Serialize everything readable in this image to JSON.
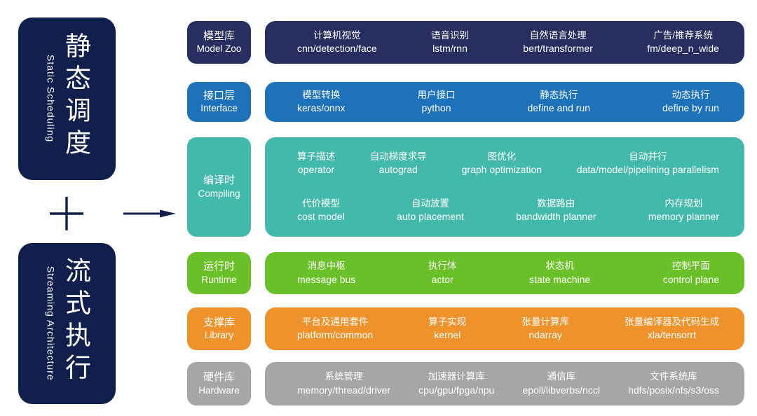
{
  "colors": {
    "background": "#ffffff",
    "navy_dark": "#111f4d",
    "text_on_fill": "#ffffff",
    "model_zoo": "#282e60",
    "interface": "#1d72b9",
    "compiling": "#43b9ac",
    "runtime": "#6ac028",
    "library": "#f0922b",
    "hardware": "#a6a6a6"
  },
  "left_panel": {
    "static_box": {
      "zh": "静态调度",
      "en": "Static Scheduling"
    },
    "plus_symbol": "+",
    "streaming_box": {
      "zh": "流式执行",
      "en": "Streaming Architecture"
    },
    "arrow_icon": "right-arrow"
  },
  "rows": [
    {
      "id": "model-zoo",
      "label": {
        "zh": "模型库",
        "en": "Model Zoo"
      },
      "color": "#282e60",
      "lines": [
        [
          {
            "zh": "计算机视觉",
            "en": "cnn/detection/face"
          },
          {
            "zh": "语音识别",
            "en": "lstm/rnn"
          },
          {
            "zh": "自然语言处理",
            "en": "bert/transformer"
          },
          {
            "zh": "广告/推荐系统",
            "en": "fm/deep_n_wide"
          }
        ]
      ]
    },
    {
      "id": "interface",
      "label": {
        "zh": "接口层",
        "en": "Interface"
      },
      "color": "#1d72b9",
      "lines": [
        [
          {
            "zh": "模型转换",
            "en": "keras/onnx"
          },
          {
            "zh": "用户接口",
            "en": "python"
          },
          {
            "zh": "静态执行",
            "en": "define and run"
          },
          {
            "zh": "动态执行",
            "en": "define by run"
          }
        ]
      ]
    },
    {
      "id": "compiling",
      "label": {
        "zh": "编译时",
        "en": "Compiling"
      },
      "color": "#43b9ac",
      "lines": [
        [
          {
            "zh": "算子描述",
            "en": "operator"
          },
          {
            "zh": "自动梯度求导",
            "en": "autograd"
          },
          {
            "zh": "图优化",
            "en": "graph optimization"
          },
          {
            "zh": "自动并行",
            "en": "data/model/pipelining parallelism"
          }
        ],
        [
          {
            "zh": "代价模型",
            "en": "cost model"
          },
          {
            "zh": "自动放置",
            "en": "auto placement"
          },
          {
            "zh": "数据路由",
            "en": "bandwidth planner"
          },
          {
            "zh": "内存规划",
            "en": "memory planner"
          }
        ]
      ]
    },
    {
      "id": "runtime",
      "label": {
        "zh": "运行时",
        "en": "Runtime"
      },
      "color": "#6ac028",
      "lines": [
        [
          {
            "zh": "消息中枢",
            "en": "message bus"
          },
          {
            "zh": "执行体",
            "en": "actor"
          },
          {
            "zh": "状态机",
            "en": "state machine"
          },
          {
            "zh": "控制平面",
            "en": "control plane"
          }
        ]
      ]
    },
    {
      "id": "library",
      "label": {
        "zh": "支撑库",
        "en": "Library"
      },
      "color": "#f0922b",
      "lines": [
        [
          {
            "zh": "平台及通用套件",
            "en": "platform/common"
          },
          {
            "zh": "算子实现",
            "en": "kernel"
          },
          {
            "zh": "张量计算库",
            "en": "ndarray"
          },
          {
            "zh": "张量编译器及代码生成",
            "en": "xla/tensorrt"
          }
        ]
      ]
    },
    {
      "id": "hardware",
      "label": {
        "zh": "硬件库",
        "en": "Hardware"
      },
      "color": "#a6a6a6",
      "lines": [
        [
          {
            "zh": "系统管理",
            "en": "memory/thread/driver"
          },
          {
            "zh": "加速器计算库",
            "en": "cpu/gpu/fpga/npu"
          },
          {
            "zh": "通信库",
            "en": "epoll/libverbs/nccl"
          },
          {
            "zh": "文件系统库",
            "en": "hdfs/posix/nfs/s3/oss"
          }
        ]
      ]
    }
  ]
}
